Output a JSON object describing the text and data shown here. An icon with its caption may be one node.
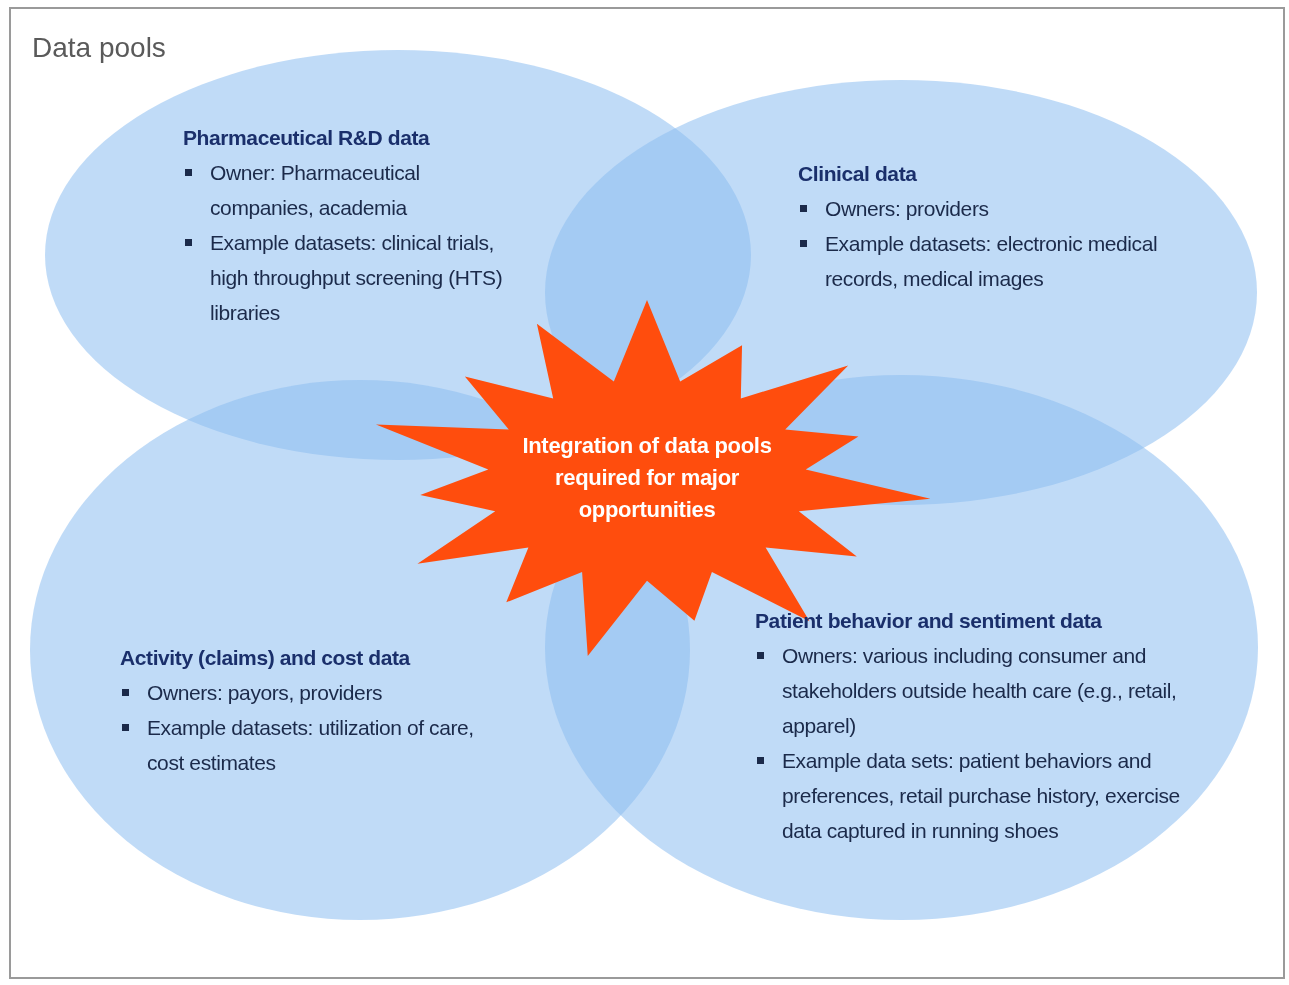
{
  "diagram": {
    "title": "Data pools",
    "nodes": [
      {
        "text": [
          "Pharmaceutical R&D data",
          "Owner: Pharmaceutical companies, academia",
          "Example datasets: clinical trials, high throughput screening (HTS) libraries"
        ]
      },
      {
        "text": [
          "Clinical data",
          "Owners: providers",
          "Example datasets: electronic medical records, medical images"
        ]
      },
      {
        "text": [
          "Activity (claims) and cost data",
          "Owners: payors, providers",
          "Example datasets: utilization of care, cost estimates"
        ]
      },
      {
        "text": [
          "Patient behavior and sentiment data",
          "Owners: various including consumer and stakeholders outside health care (e.g., retail, apparel)",
          "Example data sets: patient behaviors and preferences, retail purchase history, exercise data captured in running shoes"
        ]
      },
      {
        "text": [
          "Integration of data pools required for major opportunities"
        ]
      }
    ],
    "edges": []
  }
}
